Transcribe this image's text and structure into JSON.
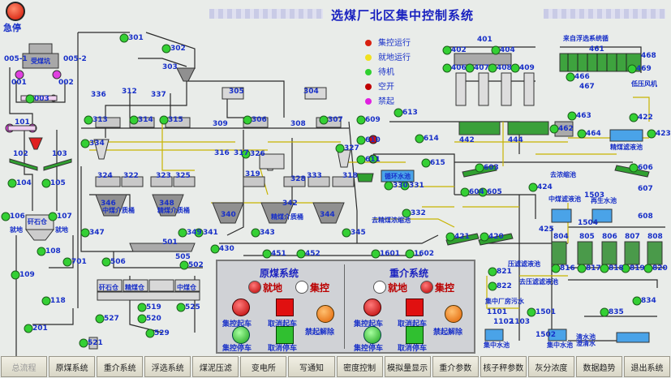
{
  "header": {
    "title": "选煤厂北区集中控制系统",
    "estop_label": "急停"
  },
  "legend": [
    {
      "label": "集控运行",
      "color": "#d82010"
    },
    {
      "label": "就地运行",
      "color": "#f0e020"
    },
    {
      "label": "待机",
      "color": "#30d030"
    },
    {
      "label": "空开",
      "color": "#c00000"
    },
    {
      "label": "禁起",
      "color": "#e020e0"
    }
  ],
  "raw_coal": {
    "title": "原煤系统",
    "local": "就地",
    "central": "集控",
    "start": "集控起车",
    "cancel_start": "取消起车",
    "release": "禁起解除",
    "stop": "集控停车",
    "cancel_stop": "取消停车"
  },
  "dense_medium": {
    "title": "重介系统",
    "local": "就地",
    "central": "集控",
    "start": "集控起车",
    "cancel_start": "取消起车",
    "release": "禁起解除",
    "stop": "集控停车",
    "cancel_stop": "取消停车"
  },
  "nav": [
    "总流程",
    "原煤系统",
    "重介系统",
    "浮选系统",
    "煤泥压滤",
    "变电所",
    "写通知",
    "密度控制",
    "模拟量显示",
    "重介参数",
    "核子秤参数",
    "灰分浓度",
    "数据趋势",
    "退出系统"
  ],
  "equipment": {
    "e001": "001",
    "e002": "002",
    "e003": "003",
    "e005_1": "005-1",
    "e005_2": "005-2",
    "e101": "101",
    "e102": "102",
    "e103": "103",
    "e104": "104",
    "e105": "105",
    "e106": "106",
    "e107": "107",
    "e108": "108",
    "e109": "109",
    "e118": "118",
    "e201": "201",
    "e301": "301",
    "e302": "302",
    "e303": "303",
    "e304": "304",
    "e305": "305",
    "e306": "306",
    "e307": "307",
    "e308": "308",
    "e309": "309",
    "e312": "312",
    "e313": "313",
    "e314": "314",
    "e315": "315",
    "e316": "316",
    "e317": "317",
    "e318": "318",
    "e319": "319",
    "e322": "322",
    "e323": "323",
    "e324": "324",
    "e325": "325",
    "e326": "326",
    "e327": "327",
    "e328": "328",
    "e330": "330",
    "e331": "331",
    "e332": "332",
    "e333": "333",
    "e334": "334",
    "e336": "336",
    "e337": "337",
    "e340": "340",
    "e341": "341",
    "e342": "342",
    "e343": "343",
    "e344": "344",
    "e345": "345",
    "e346": "346",
    "e347": "347",
    "e348": "348",
    "e349": "349",
    "e401": "401",
    "e402": "402",
    "e404": "404",
    "e406": "406",
    "e407": "407",
    "e408": "408",
    "e409": "409",
    "e420": "420",
    "e421": "421",
    "e422": "422",
    "e423": "423",
    "e424": "424",
    "e425": "425",
    "e430": "430",
    "e442": "442",
    "e444": "444",
    "e451": "451",
    "e452": "452",
    "e461": "461",
    "e462": "462",
    "e463": "463",
    "e464": "464",
    "e466": "466",
    "e467": "467",
    "e468": "468",
    "e469": "469",
    "e501": "501",
    "e502": "502",
    "e505": "505",
    "e506": "506",
    "e519": "519",
    "e520": "520",
    "e521": "521",
    "e525": "525",
    "e527": "527",
    "e529": "529",
    "e603": "603",
    "e604": "604",
    "e605": "605",
    "e606": "606",
    "e607": "607",
    "e608": "608",
    "e609": "609",
    "e610": "610",
    "e611": "611",
    "e613": "613",
    "e614": "614",
    "e615": "615",
    "e701": "701",
    "e804": "804",
    "e805": "805",
    "e806": "806",
    "e807": "807",
    "e808": "808",
    "e816": "816",
    "e817": "817",
    "e818": "818",
    "e819": "819",
    "e820": "820",
    "e821": "821",
    "e822": "822",
    "e834": "834",
    "e835": "835",
    "e1101": "1101",
    "e1102": "1102",
    "e1103": "1103",
    "e1501": "1501",
    "e1502": "1502",
    "e1503": "1503",
    "e1504": "1504",
    "e1601": "1601",
    "e1602": "1602"
  },
  "tanks": {
    "raw_coal_bin": "受煤坑",
    "gangue_bin1": "矸石仓",
    "gangue_bin2": "矸石仓",
    "clean_coal_bin": "精煤仓",
    "mid_coal_bin": "中煤仓",
    "local1": "就地",
    "local2": "就地",
    "mid_medium": "中煤介质桶",
    "clean_medium": "精煤介质桶",
    "clean_medium2": "精煤介质桶",
    "circ_pool": "循环水池",
    "thickener": "去精煤浓缩池",
    "clean_filter": "精煤滤液池",
    "from_cycle": "来自浮选系统循",
    "low_blower": "低压风机",
    "to_thickener": "去浓缩池",
    "mid_filter": "中煤滤液池",
    "clean_water": "再生水池",
    "filter_pool": "压滤滤液池",
    "to_filter": "去压滤滤液池",
    "waste_pool": "集中水池",
    "waste_pool2": "集中水池",
    "clear_water": "清水池",
    "settling": "澄清水",
    "sewage": "集中厂房污水"
  }
}
